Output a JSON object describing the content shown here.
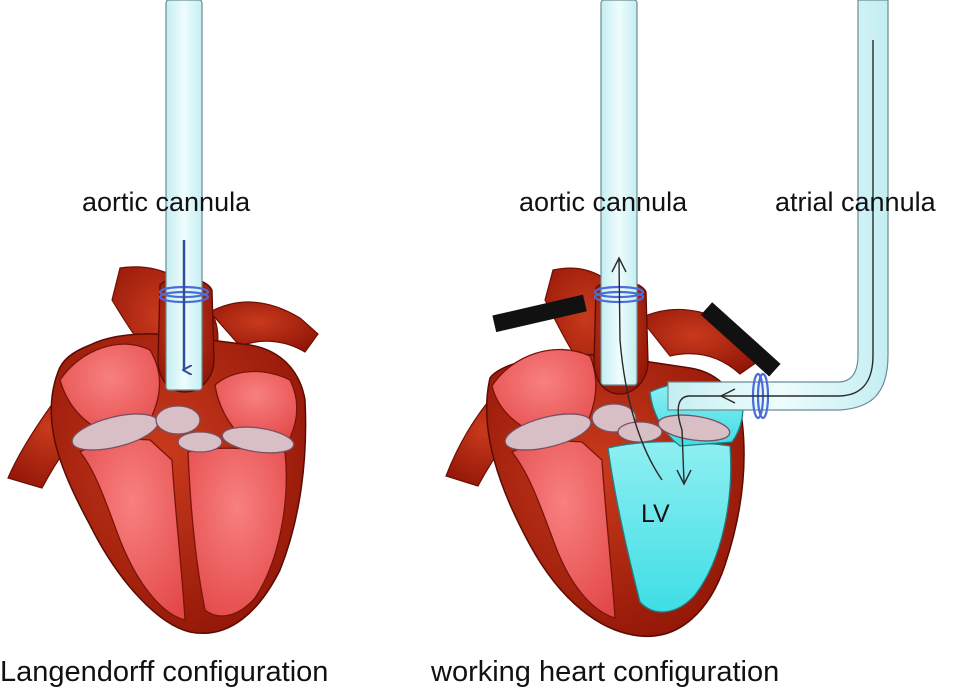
{
  "panels": {
    "langendorff": {
      "caption": "Langendorff configuration",
      "cannula_label": "aortic cannula"
    },
    "working_heart": {
      "caption": "working heart configuration",
      "aortic_cannula_label": "aortic cannula",
      "atrial_cannula_label": "atrial cannula",
      "chamber_label": "LV"
    }
  },
  "colors": {
    "heart_dark": "#a81c0c",
    "heart_outer": "#c3260f",
    "heart_chamber": "#f06262",
    "valve": "#d8bfc6",
    "cannula": "#d7f5f8",
    "ligature": "#4a6bd8",
    "lv_fill": "#49dfe6",
    "clamp": "#111111"
  },
  "icons": [
    "flow-arrow-icon",
    "clamp-icon",
    "ligature-icon"
  ]
}
